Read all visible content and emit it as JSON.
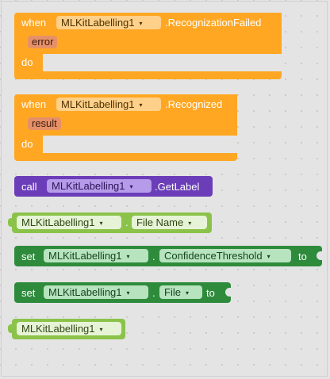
{
  "event_failed": {
    "when": "when",
    "component": "MLKitLabelling1",
    "event": ".RecognizationFailed",
    "param": "error",
    "do": "do"
  },
  "event_recognized": {
    "when": "when",
    "component": "MLKitLabelling1",
    "event": ".Recognized",
    "param": "result",
    "do": "do"
  },
  "call_block": {
    "call": "call",
    "component": "MLKitLabelling1",
    "method": ".GetLabel"
  },
  "getter_filename": {
    "component": "MLKitLabelling1",
    "dot": ".",
    "property": "File Name"
  },
  "setter_confidence": {
    "set": "set",
    "component": "MLKitLabelling1",
    "dot": ".",
    "property": "ConfidenceThreshold",
    "to": "to"
  },
  "setter_file": {
    "set": "set",
    "component": "MLKitLabelling1",
    "dot": ".",
    "property": "File",
    "to": "to"
  },
  "component_block": {
    "component": "MLKitLabelling1"
  },
  "dropdown_glyph": "▾",
  "colors": {
    "event": "#ffa723",
    "method": "#6b3db8",
    "getter": "#8bc34a",
    "setter": "#2e8b3c",
    "workspace": "#e4e4e4"
  }
}
